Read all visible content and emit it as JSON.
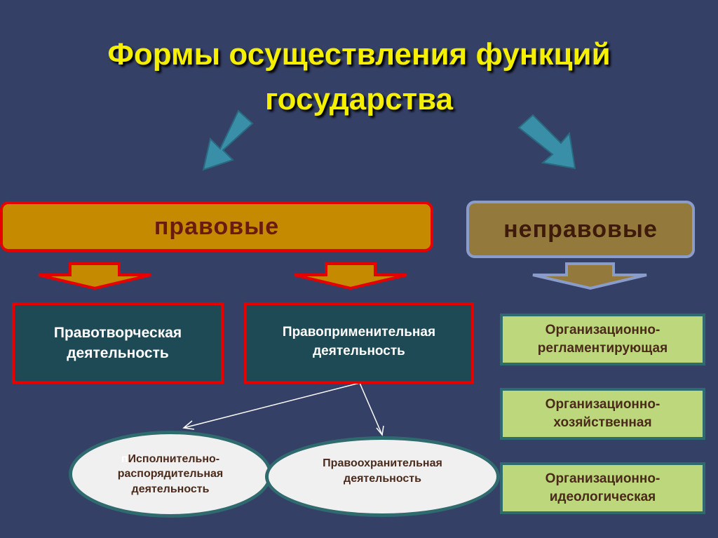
{
  "title": {
    "line1": "Формы осуществления функций",
    "line2": "государства"
  },
  "categories": {
    "legal": "правовые",
    "nonlegal": "неправовые"
  },
  "legal_forms": [
    {
      "line1": "Правотворческая",
      "line2": "деятельность"
    },
    {
      "line1": "Правоприменительная",
      "line2": "деятельность"
    }
  ],
  "law_enforcement_subforms": [
    {
      "prefix": "п",
      "line1": "Исполнительно-",
      "line2": "распорядительная",
      "line3": "деятельность"
    },
    {
      "line1": "Правоохранительная",
      "line2": "деятельность"
    }
  ],
  "nonlegal_forms": [
    {
      "line1": "Организационно-",
      "line2": "регламентирующая"
    },
    {
      "line1": "Организационно-",
      "line2": "хозяйственная"
    },
    {
      "line1": "Организационно-",
      "line2": "идеологическая"
    }
  ],
  "colors": {
    "background": "#354066",
    "title": "#f5f000",
    "legal": "#c68a00",
    "nonlegal": "#937a3c",
    "border_red": "#e60000",
    "green": "#bcd77c"
  }
}
